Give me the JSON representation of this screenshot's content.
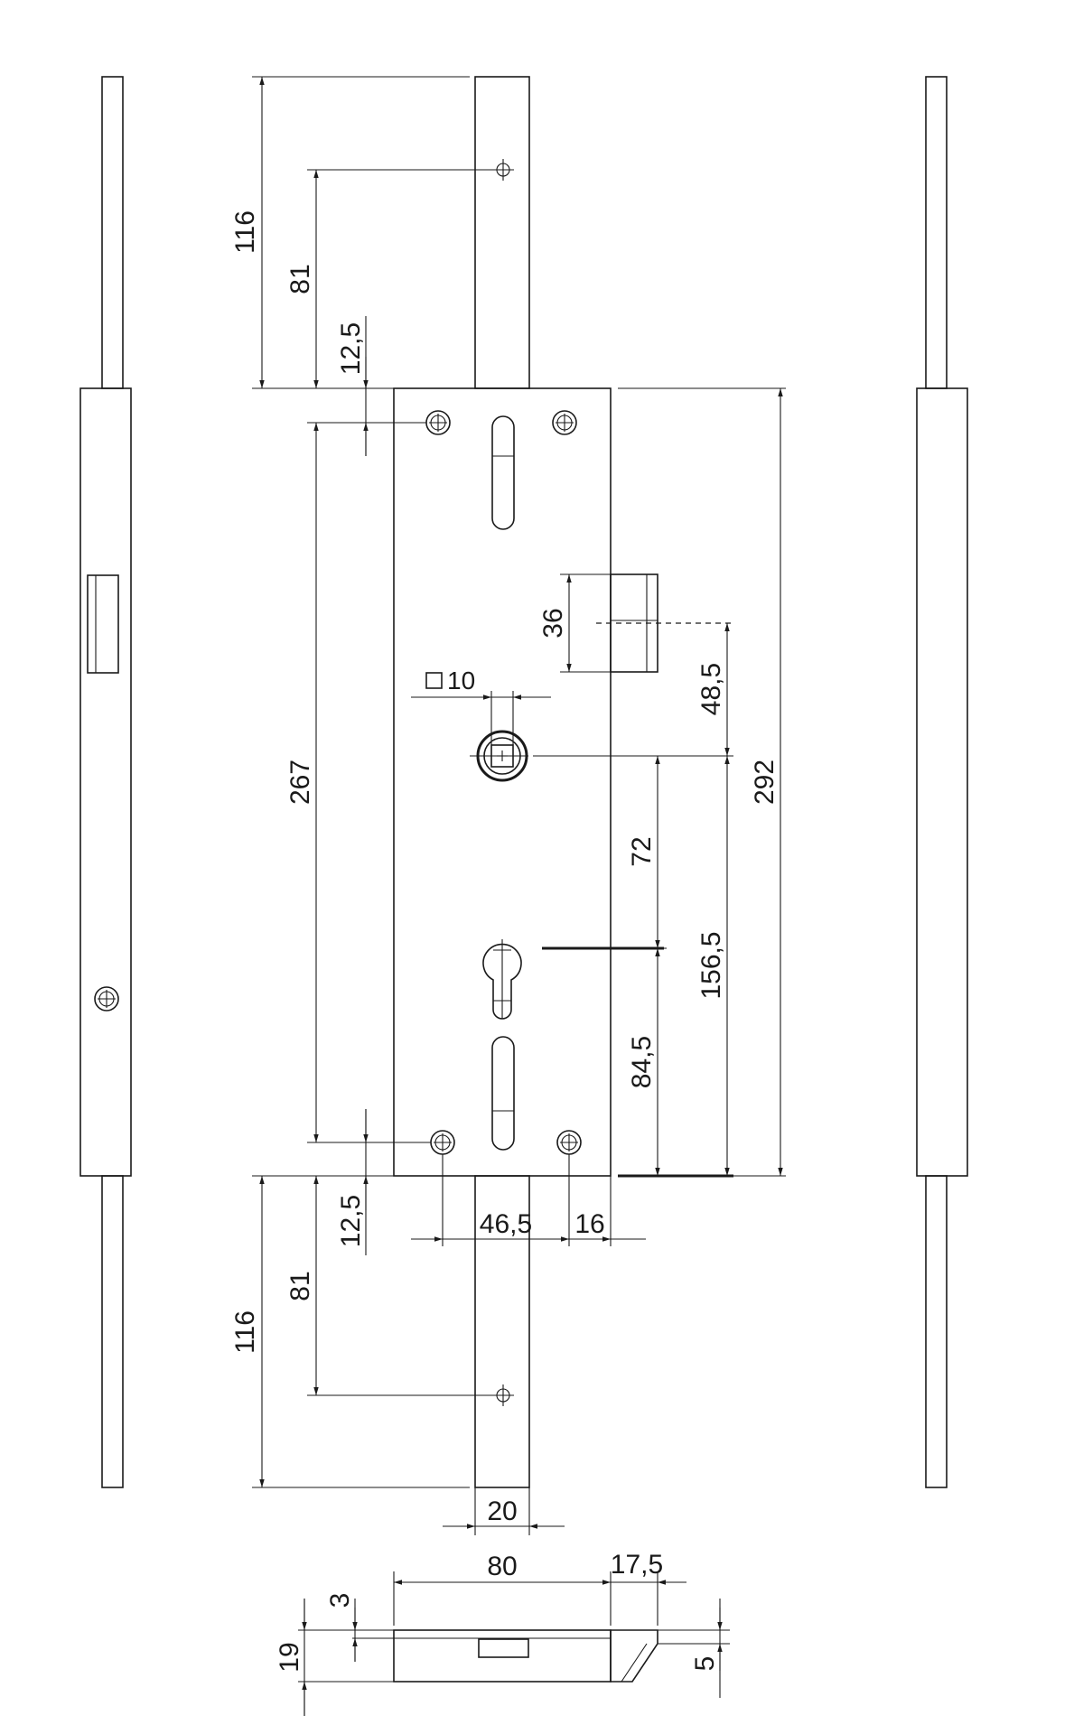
{
  "dimensions": {
    "top_rod_length": "116",
    "top_screw_offset": "81",
    "top_faceplate_hole_offset": "12,5",
    "faceplate_hole_spacing": "267",
    "latch_height": "36",
    "latch_to_follower": "48,5",
    "follower_square": "10",
    "total_height": "292",
    "follower_to_cylinder": "72",
    "follower_to_bottom": "156,5",
    "cylinder_to_bottom": "84,5",
    "bottom_faceplate_hole_offset": "12,5",
    "backset": "46,5",
    "faceplate_margin": "16",
    "bottom_screw_offset": "81",
    "bottom_rod_length": "116",
    "rod_width": "20",
    "case_depth": "80",
    "bolt_projection": "17,5",
    "case_thickness": "19",
    "faceplate_thickness": "3",
    "latch_thickness": "5"
  }
}
